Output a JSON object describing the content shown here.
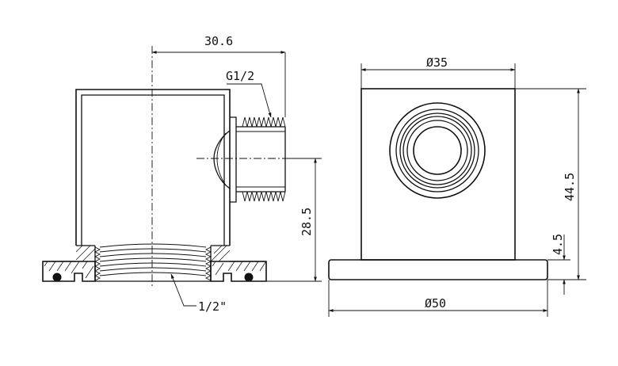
{
  "side_view": {
    "width_dim": "30.6",
    "thread_label": "G1/2",
    "height_dim": "28.5",
    "bottom_thread_label": "1/2\""
  },
  "front_view": {
    "top_diameter": "Ø35",
    "height_dim": "44.5",
    "base_thickness_dim": "4.5",
    "base_diameter": "Ø50"
  }
}
